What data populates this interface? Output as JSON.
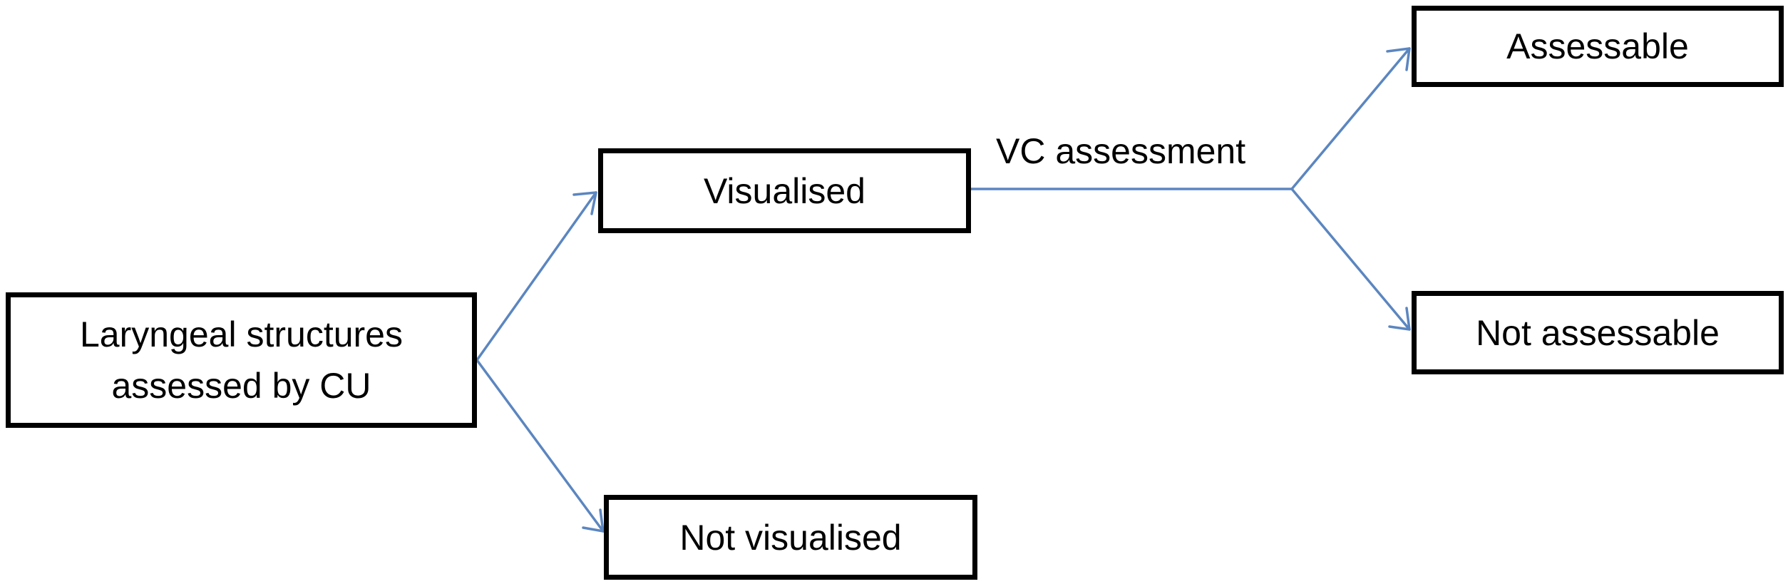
{
  "nodes": {
    "root": {
      "label": "Laryngeal structures\nassessed by CU"
    },
    "visualised": {
      "label": "Visualised"
    },
    "not_visualised": {
      "label": "Not visualised"
    },
    "assessable": {
      "label": "Assessable"
    },
    "not_assessable": {
      "label": "Not assessable"
    }
  },
  "edges": {
    "vc_assessment_label": "VC assessment"
  },
  "colors": {
    "connector": "#5b86c0",
    "box_border": "#000000"
  }
}
